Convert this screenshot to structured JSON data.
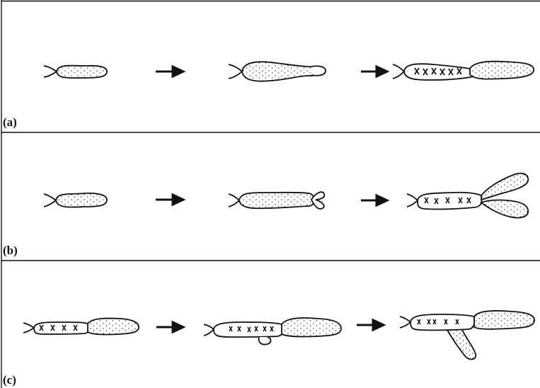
{
  "panels": [
    {
      "label": "(a)"
    },
    {
      "label": "(b)"
    },
    {
      "label": "(c)"
    }
  ],
  "colors": {
    "ink": "#111111",
    "fill": "#f2f2f2",
    "background": "#ffffff"
  },
  "icons": {
    "arrow": "right-arrow-icon",
    "hypha": "hypha-sketch-icon",
    "septum": "septum-mark-icon"
  }
}
